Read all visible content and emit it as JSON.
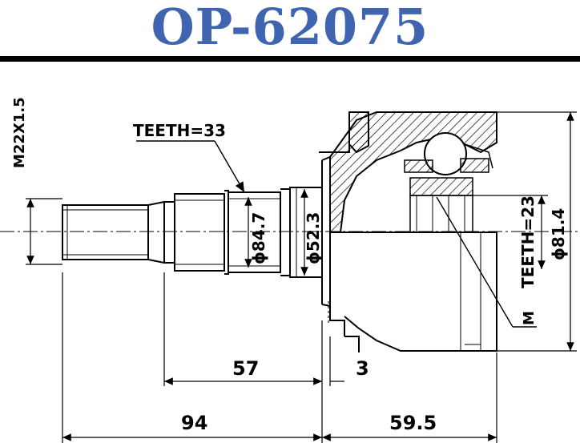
{
  "title": "OP-62075",
  "colors": {
    "title": "#3f64b0",
    "ink": "#000000"
  },
  "labels": {
    "thread": "M22X1.5",
    "teeth_outer": "TEETH=33",
    "teeth_inner": "TEETH=23",
    "diam_seal": "ϕ84.7",
    "diam_shaft": "ϕ52.3",
    "diam_housing": "ϕ81.4",
    "marker": "M",
    "dim_57": "57",
    "dim_3": "3",
    "dim_94": "94",
    "dim_595": "59.5"
  }
}
